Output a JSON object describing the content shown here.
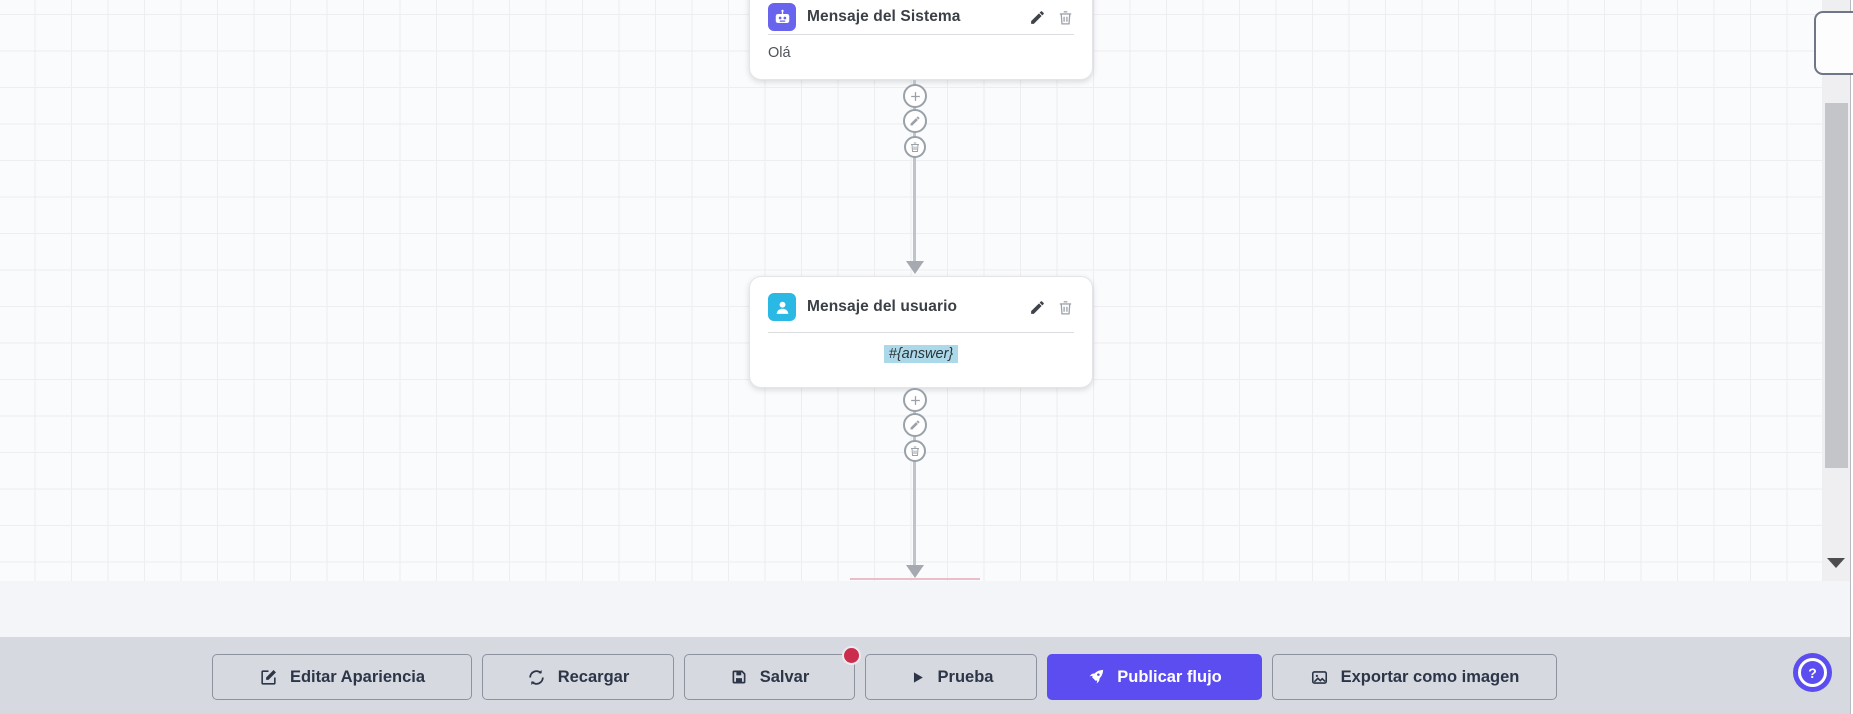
{
  "canvas": {
    "nodes": [
      {
        "title": "Mensaje del Sistema",
        "content": "Olá",
        "icon": "robot-icon"
      },
      {
        "title": "Mensaje del usuario",
        "content": "#{answer}",
        "icon": "user-icon",
        "content_highlighted": true
      }
    ],
    "node_actions": [
      {
        "name": "edit",
        "icon": "pencil-icon"
      },
      {
        "name": "delete",
        "icon": "trash-icon"
      }
    ],
    "connector_actions": [
      {
        "name": "add-node",
        "icon": "plus-icon"
      },
      {
        "name": "edit-connection",
        "icon": "pencil-icon"
      },
      {
        "name": "delete-connection",
        "icon": "trash-icon"
      }
    ]
  },
  "toolbar": {
    "buttons": [
      {
        "label": "Editar Apariencia",
        "icon": "edit-square-icon"
      },
      {
        "label": "Recargar",
        "icon": "refresh-icon"
      },
      {
        "label": "Salvar",
        "icon": "save-icon",
        "unsaved_badge": true
      },
      {
        "label": "Prueba",
        "icon": "play-icon"
      },
      {
        "label": "Publicar flujo",
        "icon": "rocket-icon",
        "primary": true
      },
      {
        "label": "Exportar como imagen",
        "icon": "image-icon"
      }
    ]
  },
  "help": {
    "label": "?",
    "icon": "question-icon"
  },
  "colors": {
    "accent": "#5b4df0",
    "badge": "#cb2d4c",
    "robot": "#6964ee",
    "user": "#29b9e4",
    "highlight": "#abd9ea"
  }
}
